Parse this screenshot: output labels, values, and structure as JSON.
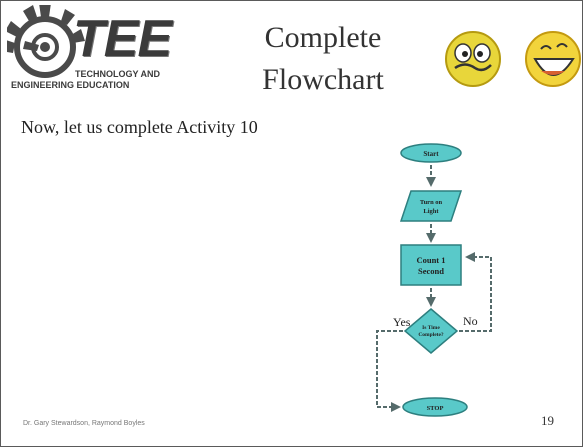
{
  "logo": {
    "name": "TEE",
    "line1": "TECHNOLOGY AND",
    "line2": "ENGINEERING EDUCATION"
  },
  "slide": {
    "title_line1": "Complete",
    "title_line2": "Flowchart",
    "subtitle": "Now, let us complete Activity 10",
    "footer": "Dr. Gary Stewardson, Raymond Boyles",
    "page_number": "19"
  },
  "flowchart": {
    "start": "Start",
    "input_line1": "Turn on",
    "input_line2": "Light",
    "process_line1": "Count 1",
    "process_line2": "Second",
    "decision_line1": "Is Time",
    "decision_line2": "Complete?",
    "yes": "Yes",
    "no": "No",
    "stop": "STOP"
  },
  "colors": {
    "shape_fill": "#59c9c9",
    "shape_stroke": "#2d7f7f",
    "arrow": "#556b6b",
    "face_yellow": "#e8d63a"
  }
}
